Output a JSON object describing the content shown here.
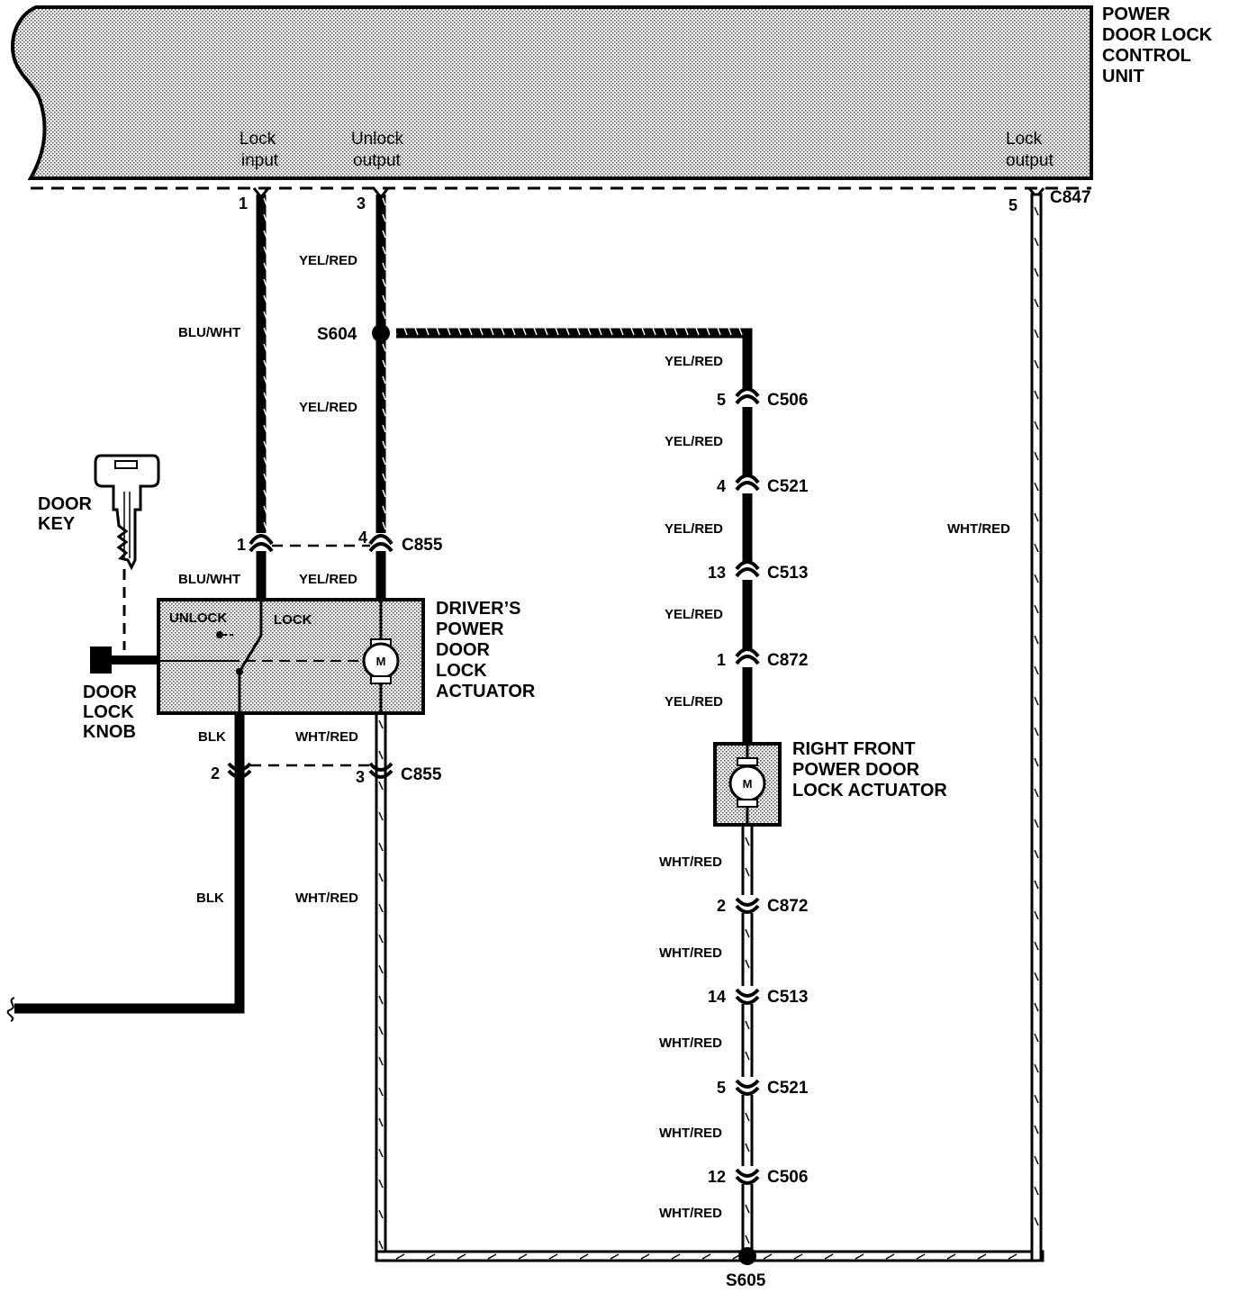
{
  "control_unit": {
    "title_lines": [
      "POWER",
      "DOOR LOCK",
      "CONTROL",
      "UNIT"
    ],
    "ports": {
      "lock_input": [
        "Lock",
        "input"
      ],
      "unlock_output": [
        "Unlock",
        "output"
      ],
      "lock_output": [
        "Lock",
        "output"
      ]
    },
    "connector": "C847",
    "pins": {
      "lock_input": "1",
      "unlock_output": "3",
      "lock_output": "5"
    }
  },
  "splices": {
    "top": "S604",
    "bottom": "S605"
  },
  "wire_colors": {
    "blu_wht": "BLU/WHT",
    "yel_red": "YEL/RED",
    "wht_red": "WHT/RED",
    "blk": "BLK"
  },
  "c855": {
    "name": "C855",
    "upper_pins": {
      "left": "1",
      "right": "4"
    },
    "lower_pins": {
      "left": "2",
      "right": "3"
    }
  },
  "driver_actuator": {
    "title_lines": [
      "DRIVER’S",
      "POWER",
      "DOOR",
      "LOCK",
      "ACTUATOR"
    ],
    "switch_unlock": "UNLOCK",
    "switch_lock": "LOCK",
    "motor": "M"
  },
  "door_key": [
    "DOOR",
    "KEY"
  ],
  "door_lock_knob": [
    "DOOR",
    "LOCK",
    "KNOB"
  ],
  "right_front_actuator": {
    "title_lines": [
      "RIGHT FRONT",
      "POWER DOOR",
      "LOCK ACTUATOR"
    ],
    "motor": "M"
  },
  "right_chain": {
    "upper": [
      {
        "pin": "5",
        "name": "C506"
      },
      {
        "pin": "4",
        "name": "C521"
      },
      {
        "pin": "13",
        "name": "C513"
      },
      {
        "pin": "1",
        "name": "C872"
      }
    ],
    "lower": [
      {
        "pin": "2",
        "name": "C872"
      },
      {
        "pin": "14",
        "name": "C513"
      },
      {
        "pin": "5",
        "name": "C521"
      },
      {
        "pin": "12",
        "name": "C506"
      }
    ]
  }
}
